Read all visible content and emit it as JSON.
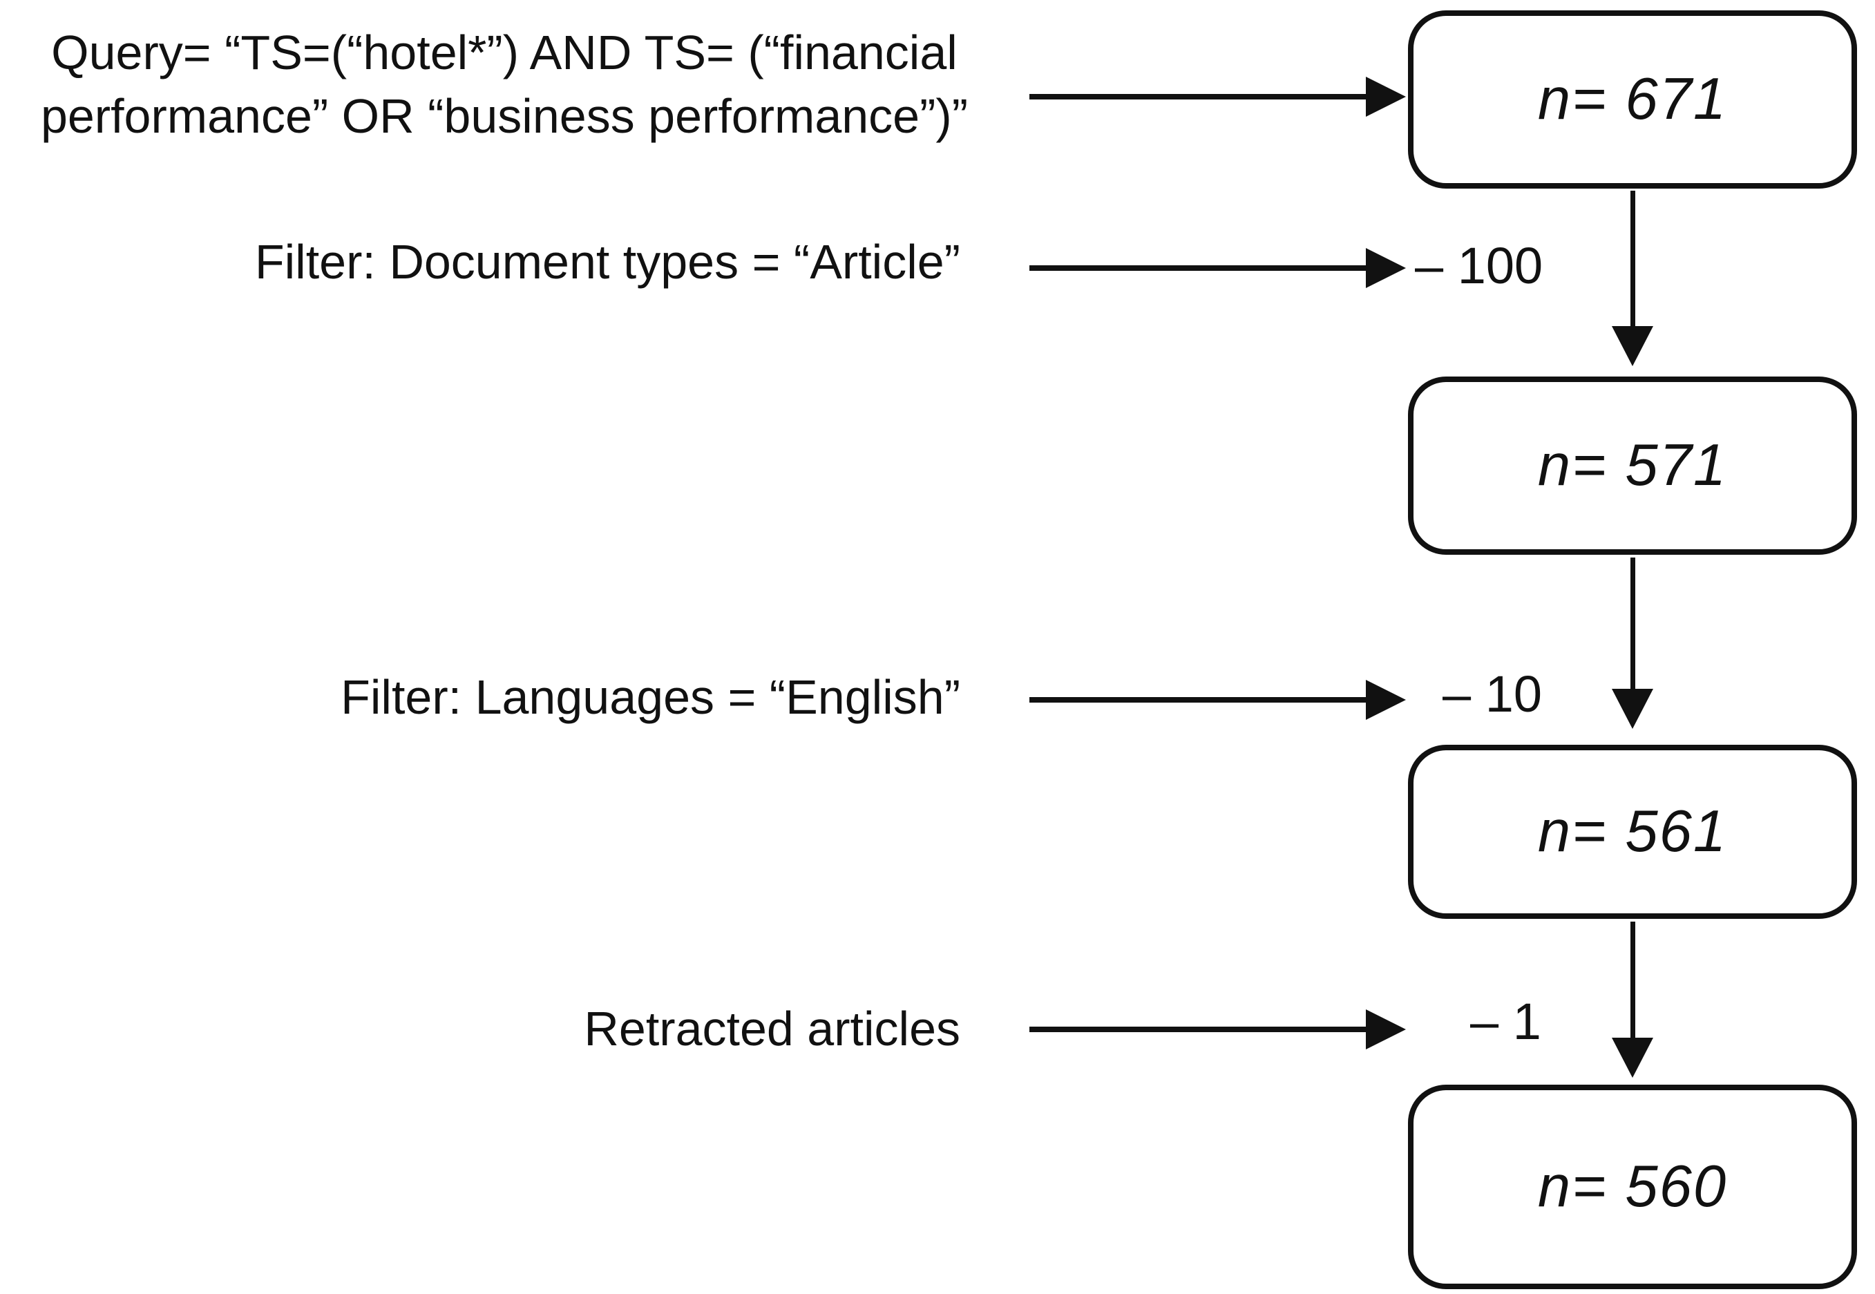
{
  "flow": {
    "query": {
      "line1": "Query= “TS=(“hotel*”) AND TS= (“financial",
      "line2": "performance” OR “business performance”)”"
    },
    "filters": [
      {
        "label": "Filter: Document types = “Article”",
        "removed": "– 100"
      },
      {
        "label": "Filter: Languages = “English”",
        "removed": "– 10"
      },
      {
        "label": "Retracted articles",
        "removed": "– 1"
      }
    ],
    "boxes": [
      {
        "value": "n= 671"
      },
      {
        "value": "n= 571"
      },
      {
        "value": "n= 561"
      },
      {
        "value": "n= 560"
      }
    ]
  },
  "colors": {
    "ink": "#111111",
    "background": "#ffffff"
  }
}
